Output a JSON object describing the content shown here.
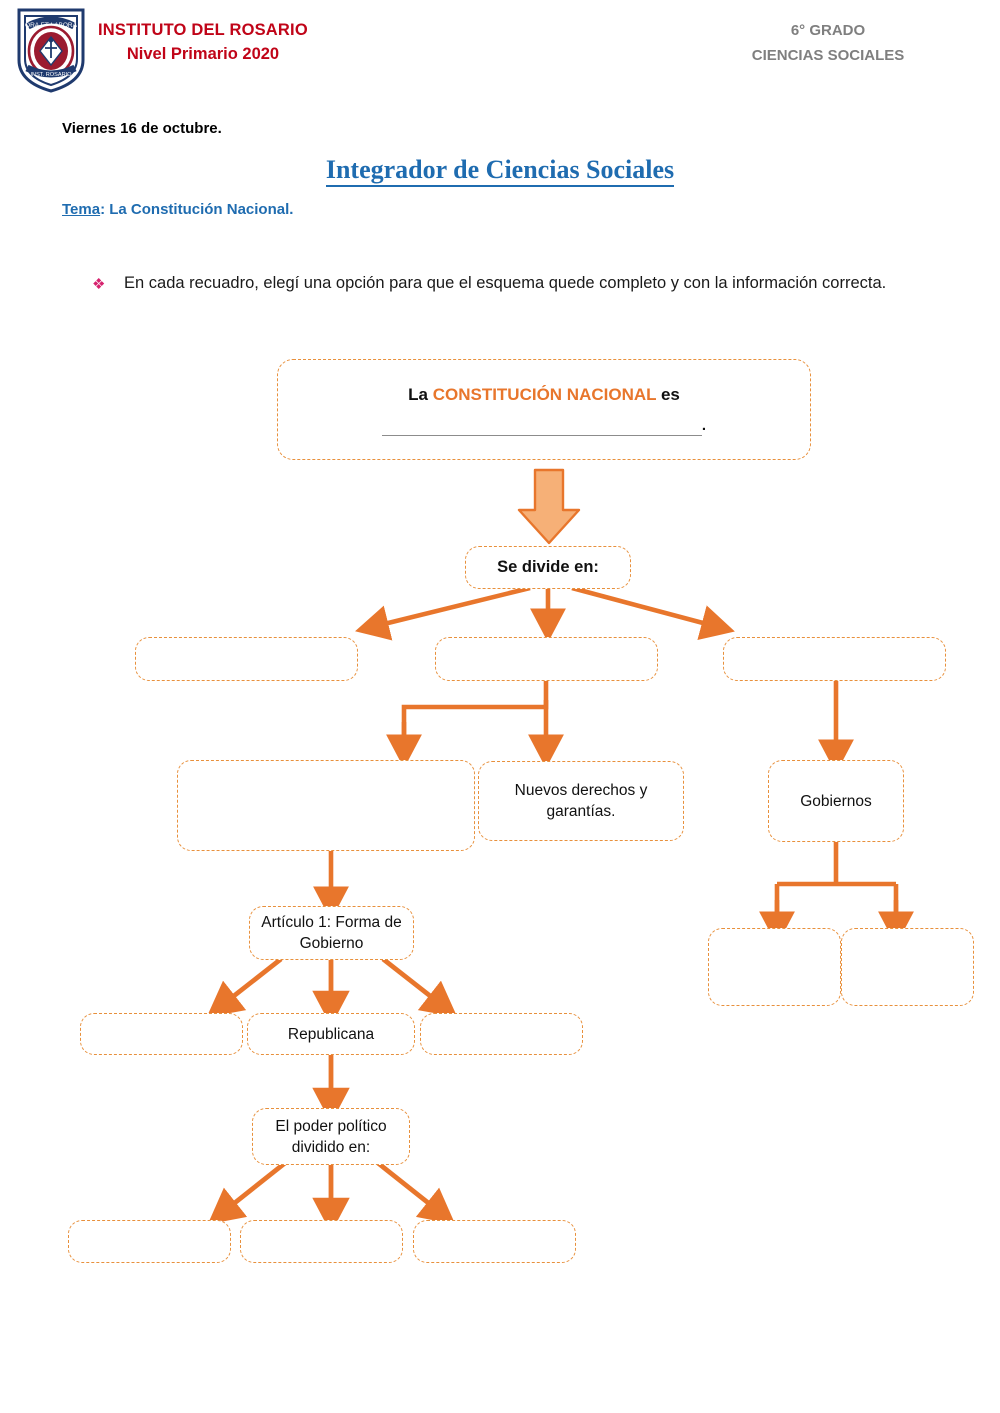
{
  "header": {
    "crest_icon": "school-crest-icon",
    "school_name": "INSTITUTO DEL ROSARIO",
    "school_level": "Nivel Primario 2020",
    "grade": "6° GRADO",
    "subject": "CIENCIAS SOCIALES",
    "brand_red": "#c00418",
    "grade_gray": "#7f7f7f"
  },
  "intro": {
    "date": "Viernes 16 de octubre.",
    "title": "Integrador de Ciencias Sociales",
    "title_color": "#1f6cb0",
    "topic_label": "Tema",
    "topic_value": ": La Constitución Nacional.",
    "bullet_icon": "diamond-bullet-icon",
    "bullet_color": "#d6226e",
    "instruction": "En cada recuadro, elegí una opción para que el esquema quede completo y con la información correcta."
  },
  "diagram": {
    "accent_color": "#e8762c",
    "box_border_color": "#e8903c",
    "top_box": {
      "prefix": "La ",
      "keyword": "CONSTITUCIÓN NACIONAL",
      "suffix": " es",
      "blank_suffix": "."
    },
    "nodes": [
      {
        "id": "se-divide-en",
        "label": "Se divide en:"
      },
      {
        "id": "tier1-left",
        "label": ""
      },
      {
        "id": "tier1-center",
        "label": ""
      },
      {
        "id": "tier1-right",
        "label": ""
      },
      {
        "id": "tier2-left",
        "label": ""
      },
      {
        "id": "nuevos-derechos",
        "label": "Nuevos derechos y garantías."
      },
      {
        "id": "gobiernos",
        "label": "Gobiernos"
      },
      {
        "id": "articulo-1",
        "label": "Artículo 1:\nForma de Gobierno"
      },
      {
        "id": "forma-left",
        "label": ""
      },
      {
        "id": "republicana",
        "label": "Republicana"
      },
      {
        "id": "forma-right",
        "label": ""
      },
      {
        "id": "gobiernos-left",
        "label": ""
      },
      {
        "id": "gobiernos-right",
        "label": ""
      },
      {
        "id": "poder-politico",
        "label": "El poder político dividido en:"
      },
      {
        "id": "poder-1",
        "label": ""
      },
      {
        "id": "poder-2",
        "label": ""
      },
      {
        "id": "poder-3",
        "label": ""
      }
    ]
  },
  "chart_data": {
    "type": "diagram",
    "title": "La CONSTITUCIÓN NACIONAL es ____.",
    "structure": [
      {
        "from": "La CONSTITUCIÓN NACIONAL es ___.",
        "to": "Se divide en:"
      },
      {
        "from": "Se divide en:",
        "to": "(blank left)"
      },
      {
        "from": "Se divide en:",
        "to": "(blank center)"
      },
      {
        "from": "Se divide en:",
        "to": "(blank right)"
      },
      {
        "from": "(blank center)",
        "to": "(blank wide)"
      },
      {
        "from": "(blank center)",
        "to": "Nuevos derechos y garantías."
      },
      {
        "from": "(blank right)",
        "to": "Gobiernos"
      },
      {
        "from": "(blank wide)",
        "to": "Artículo 1: Forma de Gobierno"
      },
      {
        "from": "Artículo 1: Forma de Gobierno",
        "to": "(blank)"
      },
      {
        "from": "Artículo 1: Forma de Gobierno",
        "to": "Republicana"
      },
      {
        "from": "Artículo 1: Forma de Gobierno",
        "to": "(blank)"
      },
      {
        "from": "Gobiernos",
        "to": "(blank)"
      },
      {
        "from": "Gobiernos",
        "to": "(blank)"
      },
      {
        "from": "Republicana",
        "to": "El poder político dividido en:"
      },
      {
        "from": "El poder político dividido en:",
        "to": "(blank)"
      },
      {
        "from": "El poder político dividido en:",
        "to": "(blank)"
      },
      {
        "from": "El poder político dividido en:",
        "to": "(blank)"
      }
    ]
  }
}
